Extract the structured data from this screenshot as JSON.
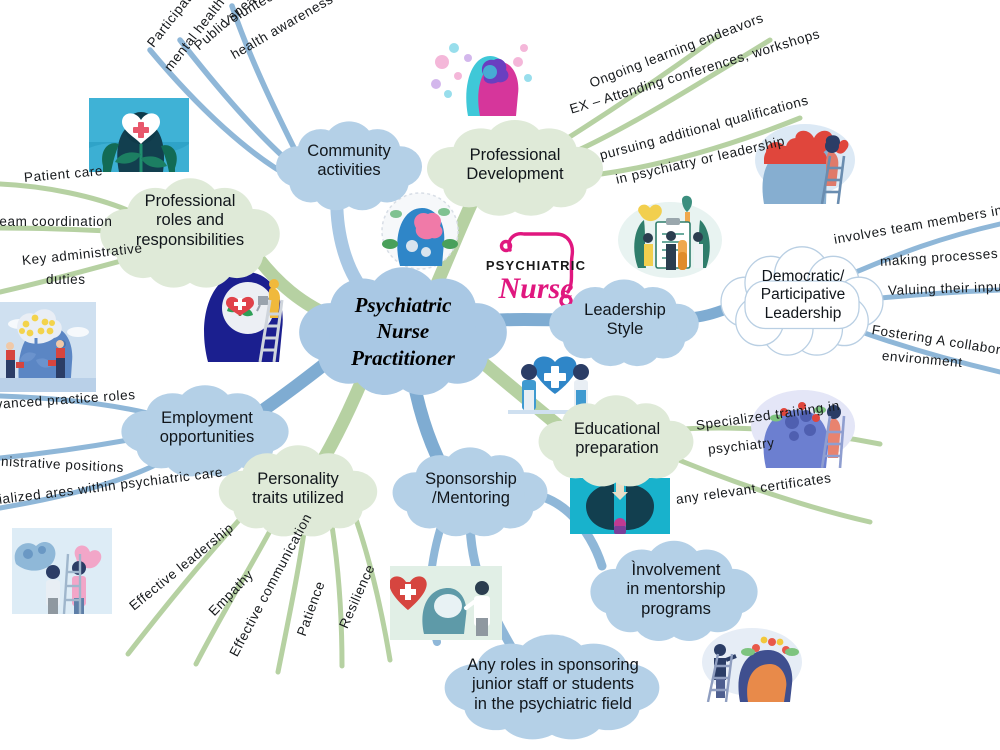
{
  "mindmap": {
    "central": {
      "label": "Psychiatric\nNurse\nPractitioner"
    },
    "colors": {
      "blue_node_fill": "#b4d0e7",
      "green_node_fill": "#dfead8",
      "white_node_fill": "#ffffff",
      "blue_branch": "#7facd2",
      "green_branch": "#b9d2a4",
      "text": "#16191c"
    },
    "nodes": [
      {
        "id": "community-activities",
        "label": "Community\nactivities",
        "style": "blue",
        "children": [
          "Volunteer work related to mental\nhealth awareness and support",
          "Public  speaking  engagements",
          "Participation  in  community\nmental  health  initiative"
        ]
      },
      {
        "id": "professional-roles-and-responsibilities",
        "label": "Professional\nroles and\nresponsibilities",
        "style": "green",
        "children": [
          "Patient  care",
          "Team coordination",
          "Key administrative\nduties"
        ]
      },
      {
        "id": "professional-development",
        "label": "Professional\nDevelopment",
        "style": "green",
        "children": [
          "Ongoing learning endeavors",
          "EX – Attending  conferences, workshops",
          "pursuing  additional  qualifications\nin psychiatry  or  leadership"
        ]
      },
      {
        "id": "leadership-style",
        "label": "Leadership\nStyle",
        "style": "blue",
        "children": []
      },
      {
        "id": "democratic-participative-leadership",
        "label": "Democratic/\nParticipative\nLeadership",
        "style": "white",
        "children": [
          "involves  team  members  in  decision\nmaking  processes",
          "Valuing  their inputs",
          "Fostering  A collaborative\nenvironment"
        ]
      },
      {
        "id": "educational-preparation",
        "label": "Educational\npreparation",
        "style": "green",
        "children": [
          "Specialized  training  in\npsychiatry",
          "any relevant  certificates"
        ]
      },
      {
        "id": "employment-opportunities",
        "label": "Employment\nopportunities",
        "style": "blue",
        "children": [
          "Advanced practice  roles",
          "Administrative positions",
          "Specialized  ares  within  psychiatric care"
        ]
      },
      {
        "id": "personality-traits-utilized",
        "label": "Personality\ntraits utilized",
        "style": "green",
        "children": [
          "Effective leadership",
          "Empathy",
          "Effective communication",
          "Patience",
          "Resilience"
        ]
      },
      {
        "id": "sponsorship-mentoring",
        "label": "Sponsorship\n/Mentoring",
        "style": "blue",
        "children": []
      },
      {
        "id": "involvement-in-mentorship-programs",
        "label": "Ìnvolvement\nin mentorship\nprograms",
        "style": "blue",
        "children": []
      },
      {
        "id": "sponsoring-junior-staff",
        "label": "Any roles in sponsoring\njunior staff or students\nin the psychiatric field",
        "style": "blue",
        "children": []
      }
    ],
    "branch_labels": {
      "community": {
        "c1": "Volunteer work related to mental",
        "c1b": "health  awareness  and  support",
        "c2": "Public   speaking  engagements",
        "c3": "Participation  in  community",
        "c3b": "mental  health  initiative"
      },
      "proles": {
        "p1": "Patient   care",
        "p2": "Team coordination",
        "p3": "Key administrative",
        "p3b": "duties"
      },
      "pdev": {
        "d1": "Ongoing learning endeavors",
        "d2": "EX – Attending   conferences, workshops",
        "d3": "pursuing   additional   qualifications",
        "d3b": "in psychiatry  or  leadership"
      },
      "democratic": {
        "m1": "involves  team  members  in  decision",
        "m1b": "making  processes",
        "m2": "Valuing   their inputs",
        "m3": "Fostering  A collaborative",
        "m3b": "environment"
      },
      "edu": {
        "e1": "Specialized  training   in",
        "e1b": "psychiatry",
        "e2": "any relevant  certificates"
      },
      "employ": {
        "y1": "Advanced practice  roles",
        "y2": "Administrative positions",
        "y3": "Specialized  ares  within  psychiatric care"
      },
      "traits": {
        "t1": "Effective leadership",
        "t2": "Empathy",
        "t3": "Effective communication",
        "t4": "Patience",
        "t5": "Resilience"
      }
    },
    "illustrations": [
      {
        "id": "nurse-heart-flower-image",
        "name": "head-with-heart-flower-illustration"
      },
      {
        "id": "brain-idea-watering-image",
        "name": "brain-growth-watering-illustration"
      },
      {
        "id": "head-painter-ladder-image",
        "name": "head-mind-garden-ladder-illustration"
      },
      {
        "id": "head-gears-brain-image",
        "name": "head-with-pink-brain-gears-illustration"
      },
      {
        "id": "colorful-heads-image",
        "name": "two-heads-colorful-dots-illustration"
      },
      {
        "id": "psychiatric-nurse-logo",
        "name": "psychiatric-nurse-stethoscope-logo",
        "line1": "PSYCHIATRIC",
        "line2": "Nurse"
      },
      {
        "id": "checklist-team-image",
        "name": "medical-checklist-team-illustration"
      },
      {
        "id": "hearts-head-ladder-image",
        "name": "head-filled-with-hearts-ladder-illustration"
      },
      {
        "id": "plant-brain-ladder-image",
        "name": "head-plant-growth-ladder-illustration"
      },
      {
        "id": "nurses-heart-image",
        "name": "nurses-with-heart-illustration"
      },
      {
        "id": "brain-halves-image",
        "name": "split-brain-teal-illustration"
      },
      {
        "id": "mind-care-doctor-image",
        "name": "doctor-head-heart-care-illustration"
      },
      {
        "id": "head-flowers-ladder-image",
        "name": "head-flower-garden-watering-illustration"
      },
      {
        "id": "therapy-team-image",
        "name": "therapy-session-team-illustration"
      }
    ]
  }
}
